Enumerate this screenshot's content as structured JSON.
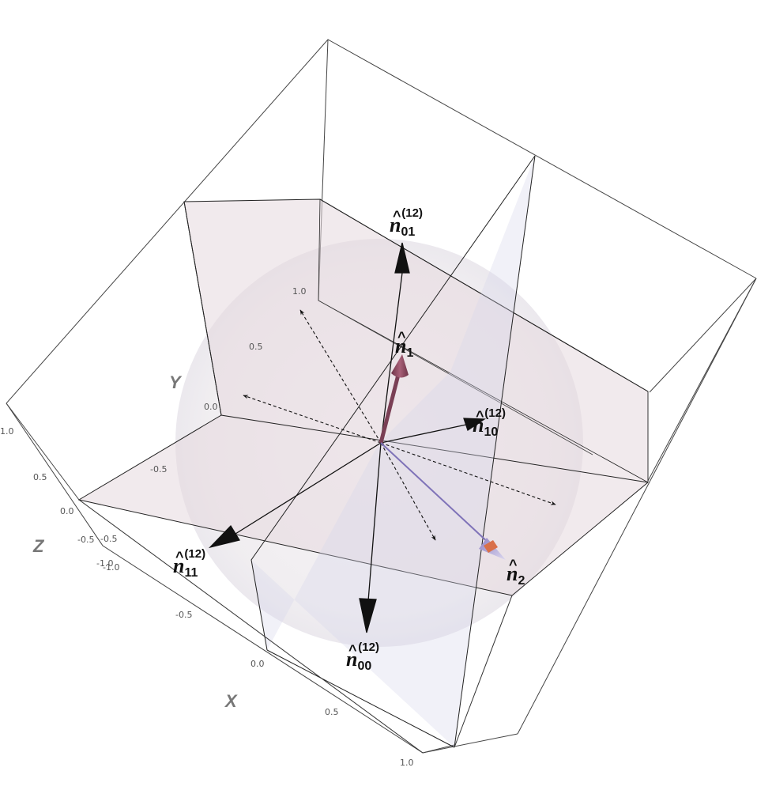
{
  "axes": {
    "x": {
      "title": "X",
      "ticks": [
        "-1.0",
        "-0.5",
        "0.0",
        "0.5",
        "1.0"
      ]
    },
    "y": {
      "title": "Y",
      "ticks": [
        "-0.5",
        "0.0",
        "0.5",
        "1.0"
      ]
    },
    "z": {
      "title": "Z",
      "ticks": [
        "-1.0",
        "-0.5",
        "0.0",
        "0.5",
        "1.0"
      ]
    },
    "extra_ticks": [
      "-0.5",
      "-1.0",
      "-1.0"
    ]
  },
  "vectors": {
    "n01": {
      "base": "n",
      "sub": "01",
      "sup": "(12)"
    },
    "n10": {
      "base": "n",
      "sub": "10",
      "sup": "(12)"
    },
    "n11": {
      "base": "n",
      "sub": "11",
      "sup": "(12)"
    },
    "n00": {
      "base": "n",
      "sub": "00",
      "sup": "(12)"
    },
    "n1": {
      "base": "n",
      "sub": "1",
      "sup": ""
    },
    "n2": {
      "base": "n",
      "sub": "2",
      "sup": ""
    }
  },
  "hat_glyph": "^",
  "colors": {
    "n1_arrow": "#8b4a5e",
    "n2_arrow": "#8a7ab8",
    "n2_tip": "#d9704a",
    "plane_pink": "#e9dce2",
    "plane_blue": "#dcdcec",
    "sphere": "#f1eef2",
    "box_edge": "#333333"
  }
}
